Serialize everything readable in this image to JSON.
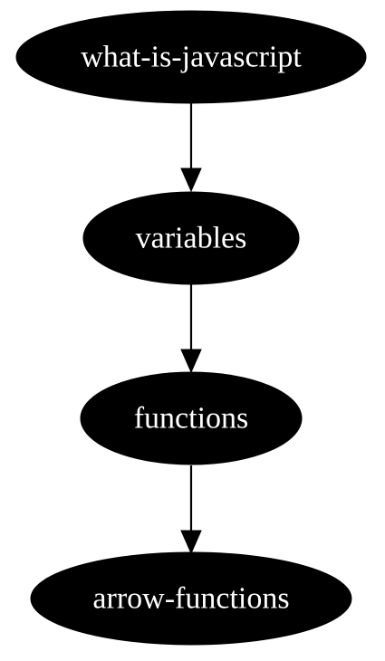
{
  "diagram": {
    "type": "directed-graph",
    "nodes": [
      {
        "id": "what-is-javascript",
        "label": "what-is-javascript"
      },
      {
        "id": "variables",
        "label": "variables"
      },
      {
        "id": "functions",
        "label": "functions"
      },
      {
        "id": "arrow-functions",
        "label": "arrow-functions"
      }
    ],
    "edges": [
      {
        "from": "what-is-javascript",
        "to": "variables"
      },
      {
        "from": "variables",
        "to": "functions"
      },
      {
        "from": "functions",
        "to": "arrow-functions"
      }
    ],
    "colors": {
      "node_fill": "#000000",
      "node_text": "#ffffff",
      "edge": "#000000",
      "background": "#ffffff"
    }
  }
}
